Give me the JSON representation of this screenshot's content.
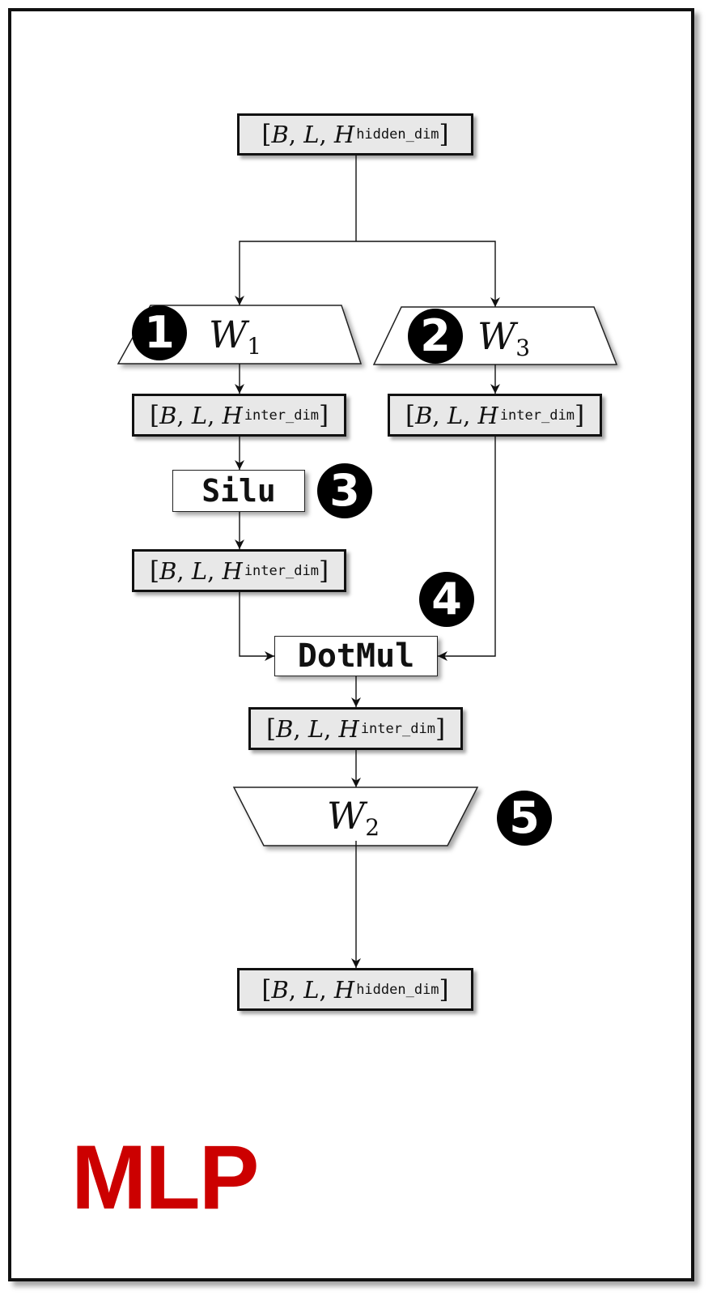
{
  "diagram": {
    "title": "MLP",
    "tensor_batch": "B",
    "tensor_seq": "L",
    "tensor_feat": "H",
    "hidden_sub": "hidden_dim",
    "inter_sub": "inter_dim",
    "weights": {
      "w1": {
        "name": "W",
        "sub": "1"
      },
      "w3": {
        "name": "W",
        "sub": "3"
      },
      "w2": {
        "name": "W",
        "sub": "2"
      }
    },
    "ops": {
      "silu": "Silu",
      "dotmul": "DotMul"
    },
    "badges": [
      "1",
      "2",
      "3",
      "4",
      "5"
    ],
    "colors": {
      "title": "#cc0000",
      "tensor_fill": "#e8e8e8",
      "badge": "#000000"
    }
  }
}
